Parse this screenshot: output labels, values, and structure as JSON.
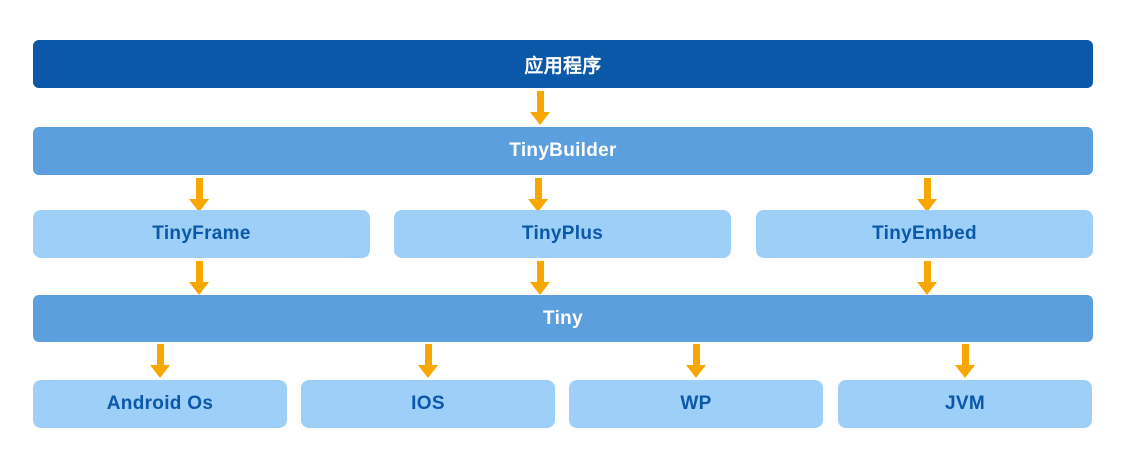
{
  "colors": {
    "background": "#FFFFFF",
    "dark_blue": "#0B57A8",
    "medium_blue": "#5C9FDE",
    "light_blue": "#9DCFF8",
    "bar_text": "#FFFFFF",
    "box_text": "#0B57A8",
    "arrow_orange": "#F8A600"
  },
  "icons": {
    "connector": "arrow-down-icon"
  },
  "diagram": {
    "application": {
      "label": "应用程序"
    },
    "tinybuilder": {
      "label": "TinyBuilder"
    },
    "components": [
      {
        "label": "TinyFrame"
      },
      {
        "label": "TinyPlus"
      },
      {
        "label": "TinyEmbed"
      }
    ],
    "tiny": {
      "label": "Tiny"
    },
    "platforms": [
      {
        "label": "Android Os"
      },
      {
        "label": "IOS"
      },
      {
        "label": "WP"
      },
      {
        "label": "JVM"
      }
    ]
  }
}
